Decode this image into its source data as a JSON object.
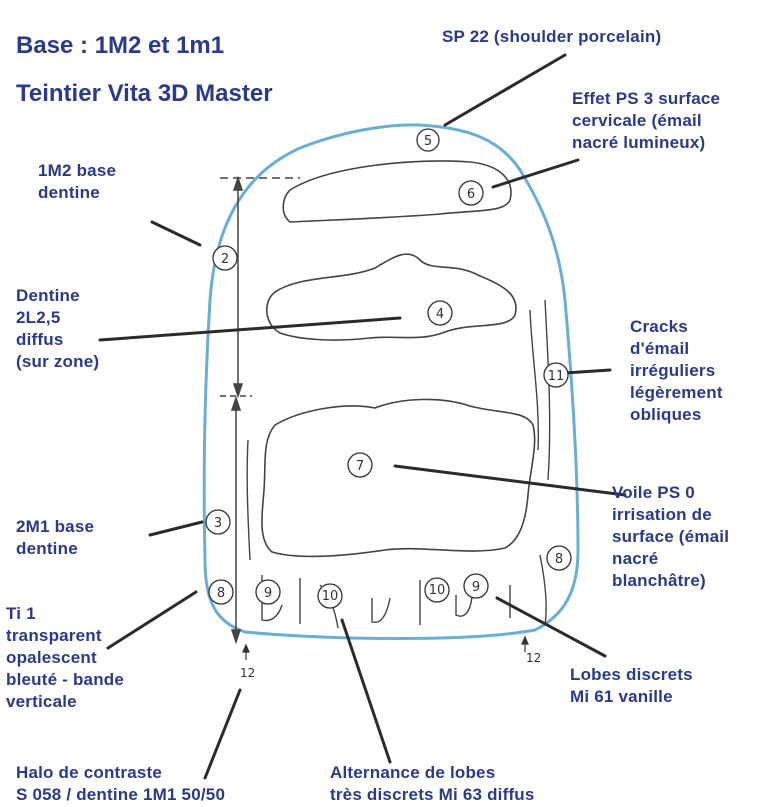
{
  "title": {
    "line1": "Base : 1M2 et 1m1",
    "line2": "Teintier Vita 3D Master"
  },
  "labels": {
    "sp22": "SP 22 (shoulder porcelain)",
    "effet": "Effet PS 3 surface\ncervicale (émail\nnacré lumineux)",
    "m2base": "1M2 base\ndentine",
    "dentine": "Dentine\n2L2,5\ndiffus\n(sur zone)",
    "cracks": "Cracks\nd'émail\nirréguliers\nlégèrement\nobliques",
    "voile": "Voile PS 0\nirrisation de\nsurface (émail\nnacré\nblanchâtre)",
    "m1base": "2M1 base\ndentine",
    "ti1": "Ti 1\ntransparent\nopalescent\nbleuté - bande\nverticale",
    "lobes": "Lobes discrets\nMi 61 vanille",
    "halo": "Halo de contraste\nS 058 / dentine 1M1 50/50",
    "alternance": "Alternance de lobes\ntrès discrets Mi 63 diffus"
  },
  "markers": {
    "m2": "2",
    "m3": "3",
    "m4": "4",
    "m5": "5",
    "m6": "6",
    "m7": "7",
    "m8l": "8",
    "m8r": "8",
    "m9a": "9",
    "m9b": "9",
    "m10a": "10",
    "m10b": "10",
    "m11": "11"
  },
  "ticks": {
    "left": "12",
    "right": "12"
  },
  "colors": {
    "label_text": "#2a3a8c",
    "tooth_outline": "#6aaed6",
    "leader": "#2b2b2b",
    "sketch": "#444444"
  }
}
